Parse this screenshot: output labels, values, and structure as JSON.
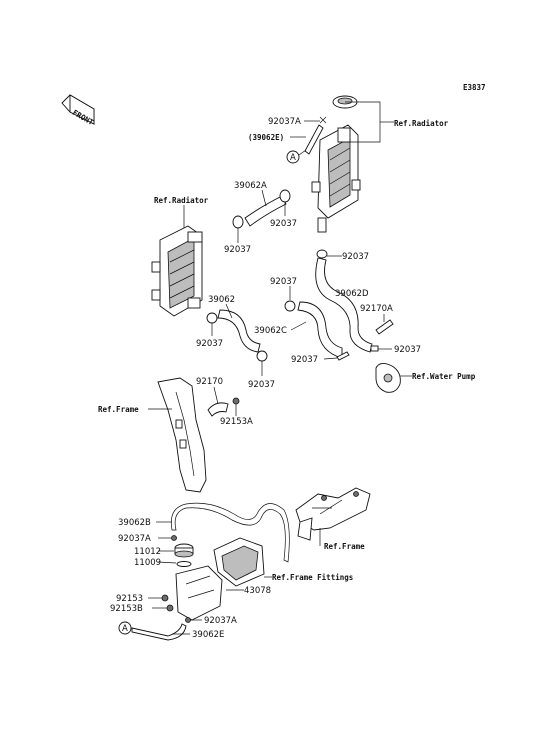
{
  "diagram_code": "E3837",
  "front_label": "FRONT",
  "callouts": {
    "a_upper": "A",
    "a_lower": "A"
  },
  "labels": {
    "p92037A_top": "92037A",
    "p39062E_paren": "(39062E)",
    "ref_radiator_right": "Ref.Radiator",
    "p39062A": "39062A",
    "ref_radiator_left": "Ref.Radiator",
    "p92037_a": "92037",
    "p92037_b": "92037",
    "p92037_c": "92037",
    "p92037_d": "92037",
    "p39062D": "39062D",
    "p39062": "39062",
    "p92170A": "92170A",
    "p39062C": "39062C",
    "p92037_e": "92037",
    "p92037_f": "92037",
    "p92037_g": "92037",
    "p92037_h": "92037",
    "ref_water_pump": "Ref.Water Pump",
    "p92170": "92170",
    "ref_frame_left": "Ref.Frame",
    "p92153A": "92153A",
    "p39062B": "39062B",
    "p92037A_mid": "92037A",
    "ref_frame_right": "Ref.Frame",
    "p11012": "11012",
    "p11009": "11009",
    "ref_frame_fittings": "Ref.Frame Fittings",
    "p43078": "43078",
    "p92153": "92153",
    "p92153B": "92153B",
    "p92037A_bot": "92037A",
    "p39062E": "39062E"
  }
}
